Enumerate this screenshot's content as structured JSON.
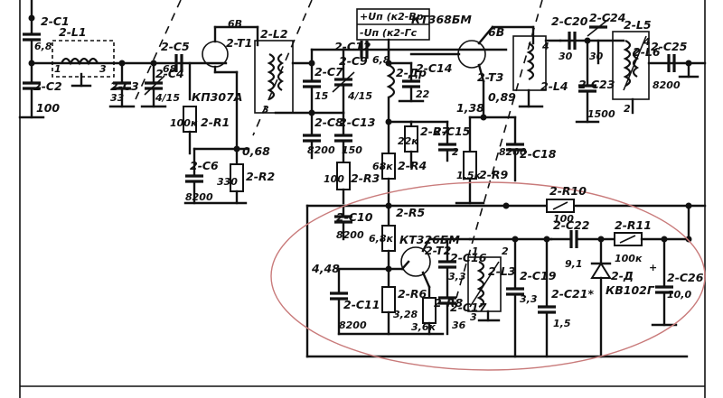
{
  "labels": {
    "c1": "2-C1",
    "c1v": "6,8",
    "l1": "2-L1",
    "l1p1": "1",
    "l1p3": "3",
    "c2": "2-C2",
    "c2v": "100",
    "c3": "2-C3",
    "c3v": "33",
    "c4": "2-C4",
    "c4v": "4/15",
    "c5": "2-C5",
    "c5v": "68",
    "t1": "2-T1",
    "t1v": "КП307А",
    "r1": "2-R1",
    "r1v": "100к",
    "c6": "2-C6",
    "c6v": "8200",
    "r2": "2-R2",
    "r2v": "330",
    "node068": "0,68",
    "l2": "2-L2",
    "l2p": "3",
    "c12": "2-C12",
    "c12v": "6,8",
    "c7": "2-C7",
    "c7v": "15",
    "c9": "2-C9",
    "c9v": "4/15",
    "c8": "2-C8",
    "c8v": "8200",
    "c13": "2-C13",
    "c13v": "150",
    "r3": "2-R3",
    "r3v": "100",
    "dr": "2-Др",
    "c14": "2-C14",
    "c14v": "22",
    "r4": "2-R4",
    "r4v": "68к",
    "r7": "2-R7",
    "r7v": "22к",
    "c15": "2-C15",
    "c15v": "2",
    "c10": "2-C10",
    "c10v": "8200",
    "r5": "2-R5",
    "r5v": "6,8к",
    "bus1": "+Uп (к2-Вр",
    "bus2": "-Uп (к2-Гс",
    "t3": "2-T3",
    "t3v": "КТ368БМ",
    "t3node": "6В",
    "node138": "1,38",
    "node089": "0,89",
    "r9": "2-R9",
    "r9v": "1,5к",
    "c18": "2-C18",
    "c18v": "8200",
    "l4": "2-L4",
    "l4p": "4",
    "c20": "2-C20",
    "c20v": "30",
    "c24": "2-C24",
    "c24v": "30",
    "c23": "2-C23",
    "c23v": "1500",
    "l5": "2-L5",
    "l6": "2-L6",
    "l5p2": "2",
    "l5p4": "4",
    "c25": "2-C25",
    "c25v": "8200",
    "r10": "2-R10",
    "r10v": "100",
    "t2": "2-T2",
    "t2v": "КТ326БМ",
    "c11": "2-C11",
    "c11v": "8200",
    "node448": "4,48",
    "r6": "2-R6",
    "r6v": "3,28",
    "r8": "2-R8",
    "r8v": "3,6к",
    "c16": "2-C16",
    "c16v": "3,3",
    "c17": "2-C17",
    "c17v": "36",
    "l3": "2-L3",
    "l3p1": "1",
    "l3p2": "2",
    "l3p3": "3",
    "c19": "2-C19",
    "c19v": "3,3",
    "c21": "2-C21*",
    "c21v": "1,5",
    "c22": "2-C22",
    "c22v": "9,1",
    "r11": "2-R11",
    "r11v": "100к",
    "d": "2-Д",
    "dv": "КВ102Г",
    "c26": "2-C26",
    "c26v": "10,0",
    "plus": "+",
    "t1node": "6В"
  }
}
